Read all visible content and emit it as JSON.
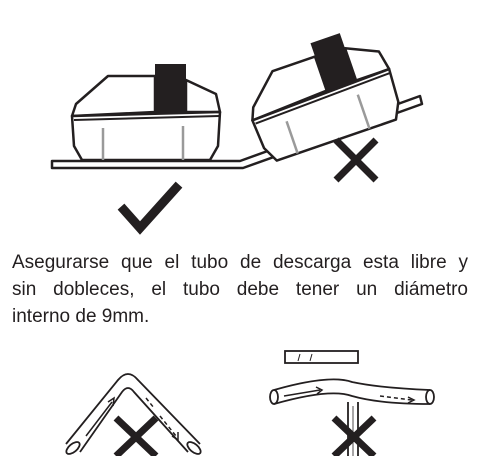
{
  "figure_top": {
    "correct_mark": "check-mark-icon",
    "incorrect_mark": "x-mark-icon"
  },
  "instruction": {
    "line1": "Asegurarse que el tubo de descarga esta libre y",
    "line2": "sin dobleces, el tubo debe tener un diámetro",
    "line3": "interno de 9mm."
  },
  "figure_bottom": {
    "left_mark": "x-mark-icon",
    "right_mark": "x-mark-icon"
  },
  "colors": {
    "ink": "#231f20",
    "tube_line": "#9a9a9a",
    "background": "#ffffff"
  }
}
